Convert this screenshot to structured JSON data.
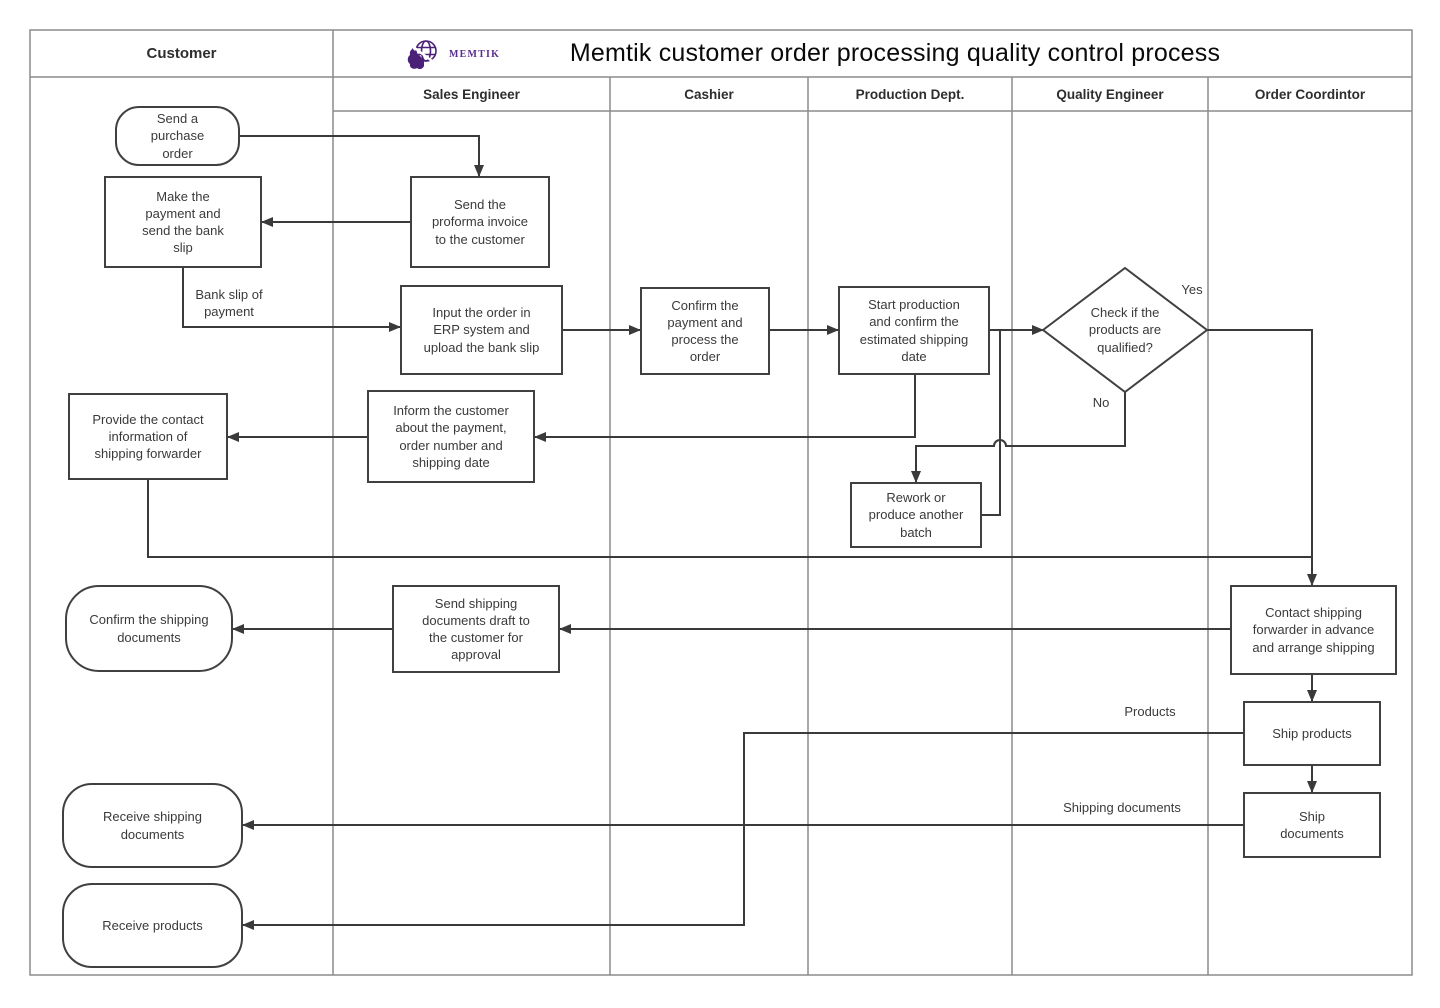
{
  "title_bar": {
    "customer_header": "Customer",
    "logo_text": "MEMTIK",
    "title": "Memtik customer order processing quality control process"
  },
  "lanes": {
    "sales_engineer": "Sales Engineer",
    "cashier": "Cashier",
    "production_dept": "Production Dept.",
    "quality_engineer": "Quality Engineer",
    "order_coordinator": "Order Coordintor"
  },
  "nodes": {
    "send_purchase_order": "Send a purchase order",
    "make_payment": "Make the payment and send the bank slip",
    "send_proforma": "Send the proforma invoice to the customer",
    "input_order_erp": "Input the order in ERP system and upload the bank slip",
    "confirm_payment": "Confirm the payment and process the order",
    "start_production": "Start production and confirm the estimated shipping date",
    "check_qualified": "Check if the products are qualified?",
    "rework": "Rework or produce another batch",
    "inform_customer": "Inform the customer about the payment, order number and shipping date",
    "provide_contact": "Provide the contact information of shipping forwarder",
    "confirm_shipping_docs": "Confirm the shipping documents",
    "send_draft": "Send shipping documents draft to the customer for approval",
    "contact_forwarder": "Contact shipping forwarder in advance and arrange shipping",
    "ship_products": "Ship products",
    "ship_documents": "Ship documents",
    "receive_shipping_docs": "Receive shipping documents",
    "receive_products": "Receive products"
  },
  "edge_labels": {
    "bank_slip": "Bank slip of payment",
    "yes": "Yes",
    "no": "No",
    "products": "Products",
    "shipping_documents": "Shipping documents"
  },
  "colors": {
    "brand_purple": "#5C2D91",
    "shape_border": "#404040",
    "connector": "#3a3a3a",
    "grid_line": "#8c8c8c"
  }
}
